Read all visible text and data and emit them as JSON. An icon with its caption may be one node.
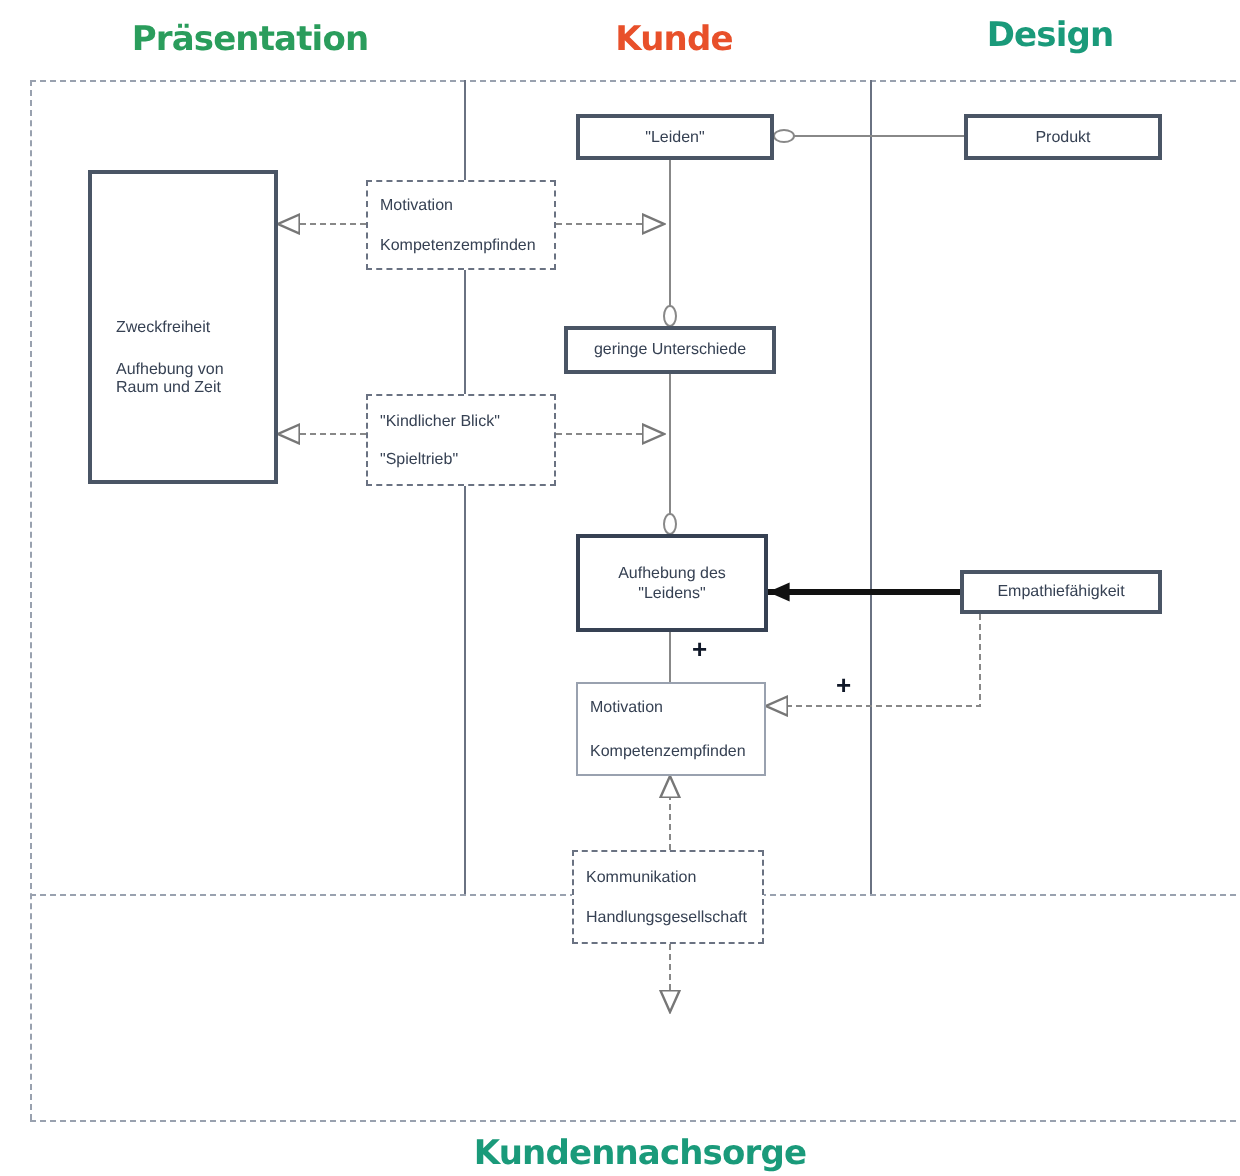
{
  "diagram": {
    "nodes": [
      {
        "text": [
          "\"Leiden\""
        ]
      },
      {
        "text": [
          "Produkt"
        ]
      },
      {
        "text": [
          "Zweckfreiheit",
          "Aufhebung von Raum und Zeit"
        ]
      },
      {
        "text": [
          "Motivation",
          "Kompetenzempfinden"
        ]
      },
      {
        "text": [
          "geringe Unterschiede"
        ]
      },
      {
        "text": [
          "\"Kindlicher Blick\"",
          "\"Spieltrieb\""
        ]
      },
      {
        "text": [
          "Aufhebung des \"Leidens\""
        ]
      },
      {
        "text": [
          "Empathiefähigkeit"
        ]
      },
      {
        "text": [
          "Motivation",
          "Kompetenzempfinden"
        ]
      },
      {
        "text": [
          "Kommunikation",
          "Handlungsgesellschaft"
        ]
      }
    ],
    "edges": [
      {
        "from": 1,
        "to": 0,
        "arrow": "other"
      },
      {
        "from": 0,
        "to": 4,
        "arrow": "other"
      },
      {
        "from": 4,
        "to": 6,
        "arrow": "other"
      },
      {
        "from": 3,
        "to": 2,
        "arrow": "to",
        "style": "dashed"
      },
      {
        "from": 3,
        "to": null,
        "arrow": "to",
        "style": "dashed"
      },
      {
        "from": 5,
        "to": 2,
        "arrow": "to",
        "style": "dashed"
      },
      {
        "from": 5,
        "to": null,
        "arrow": "to",
        "style": "dashed"
      },
      {
        "from": 7,
        "to": 6,
        "arrow": "to",
        "style": "thick",
        "color": "#111111"
      },
      {
        "from": 7,
        "to": 8,
        "arrow": "to",
        "style": "dashed",
        "label": "+"
      },
      {
        "from": 6,
        "to": 8,
        "arrow": "none",
        "label": "+"
      },
      {
        "from": 9,
        "to": 8,
        "arrow": "to",
        "style": "dashed"
      },
      {
        "from": 9,
        "to": null,
        "arrow": "to",
        "style": "dashed"
      }
    ],
    "labels": [
      "Präsentation",
      "Kunde",
      "Design",
      "Kundennachsorge"
    ]
  }
}
